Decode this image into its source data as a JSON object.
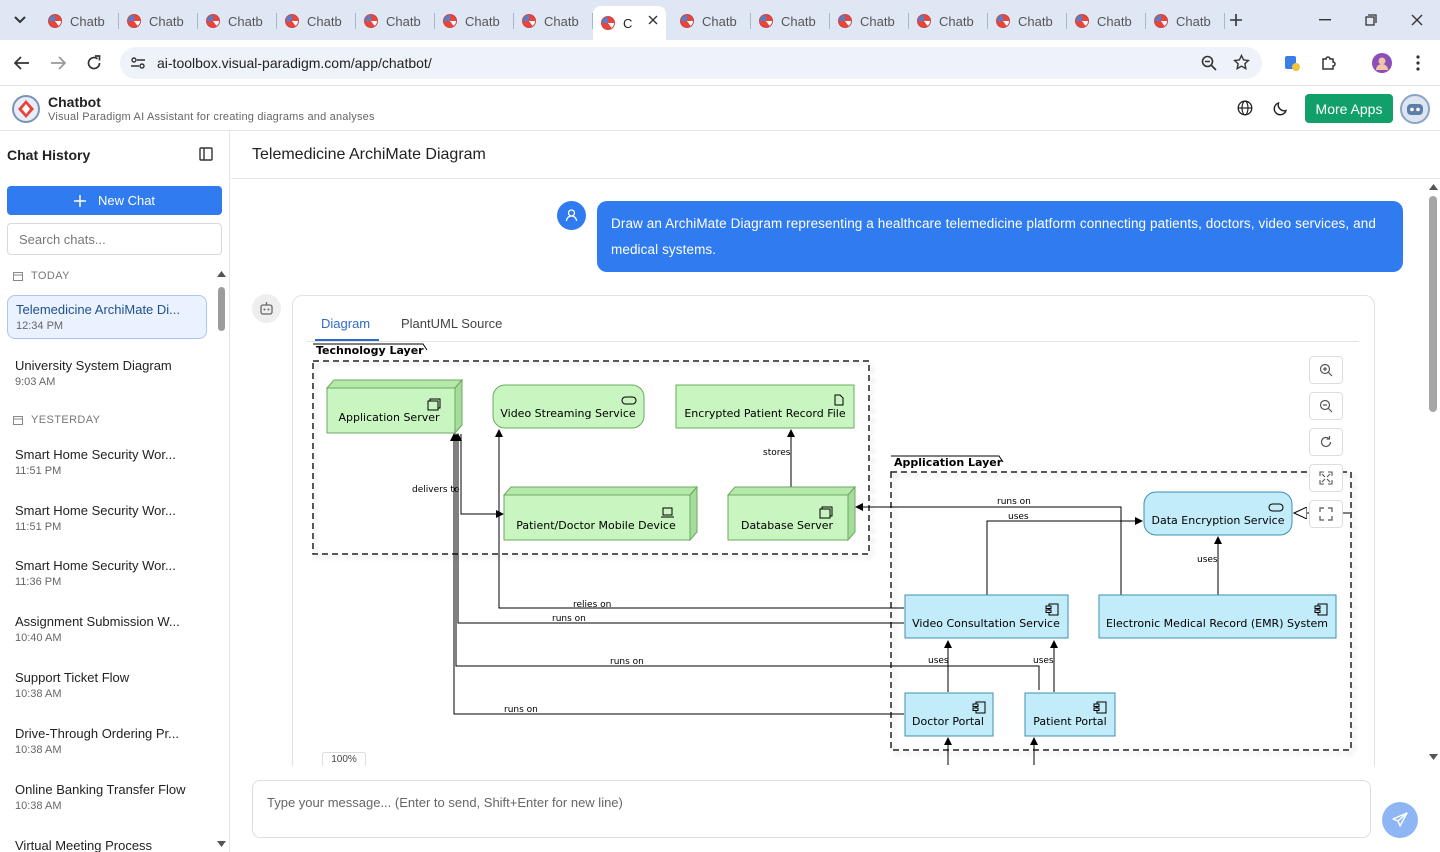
{
  "browser": {
    "tabs": [
      "Chatb",
      "Chatb",
      "Chatb",
      "Chatb",
      "Chatb",
      "Chatb",
      "Chatb",
      "C",
      "Chatb",
      "Chatb",
      "Chatb",
      "Chatb",
      "Chatb",
      "Chatb",
      "Chatb"
    ],
    "active_tab_index": 7,
    "url": "ai-toolbox.visual-paradigm.com/app/chatbot/"
  },
  "app": {
    "title": "Chatbot",
    "subtitle": "Visual Paradigm AI Assistant for creating diagrams and analyses",
    "more_apps": "More Apps"
  },
  "sidebar": {
    "title": "Chat History",
    "new_chat": "New Chat",
    "search_placeholder": "Search chats...",
    "groups": [
      {
        "label": "TODAY",
        "items": [
          {
            "title": "Telemedicine ArchiMate Di...",
            "time": "12:34 PM",
            "selected": true
          },
          {
            "title": "University System Diagram",
            "time": "9:03 AM"
          }
        ]
      },
      {
        "label": "YESTERDAY",
        "items": [
          {
            "title": "Smart Home Security Wor...",
            "time": "11:51 PM"
          },
          {
            "title": "Smart Home Security Wor...",
            "time": "11:51 PM"
          },
          {
            "title": "Smart Home Security Wor...",
            "time": "11:36 PM"
          },
          {
            "title": "Assignment Submission W...",
            "time": "10:40 AM"
          },
          {
            "title": "Support Ticket Flow",
            "time": "10:38 AM"
          },
          {
            "title": "Drive-Through Ordering Pr...",
            "time": "10:38 AM"
          },
          {
            "title": "Online Banking Transfer Flow",
            "time": "10:38 AM"
          },
          {
            "title": "Virtual Meeting Process",
            "time": ""
          }
        ]
      }
    ]
  },
  "main": {
    "title": "Telemedicine ArchiMate Diagram",
    "user_message": "Draw an ArchiMate Diagram representing a healthcare telemedicine platform connecting patients, doctors, video services, and medical systems.",
    "tabs": [
      "Diagram",
      "PlantUML Source"
    ],
    "zoom_level": "100%",
    "input_placeholder": "Type your message... (Enter to send, Shift+Enter for new line)"
  },
  "diagram": {
    "groups": {
      "technology": "Technology Layer",
      "application": "Application Layer"
    },
    "nodes": {
      "app_server": "Application Server",
      "video_streaming": "Video Streaming Service",
      "record_file": "Encrypted Patient Record File",
      "mobile_device": "Patient/Doctor Mobile Device",
      "db_server": "Database Server",
      "data_encryption": "Data Encryption Service",
      "video_consult": "Video Consultation Service",
      "emr": "Electronic Medical Record (EMR) System",
      "doctor_portal": "Doctor Portal",
      "patient_portal": "Patient Portal"
    },
    "edge_labels": {
      "delivers_to": "delivers to",
      "stores": "stores",
      "runs_on": "runs on",
      "uses": "uses",
      "relies_on": "relies on"
    },
    "colors": {
      "technology": "#c9f5c0",
      "application": "#c3ecfb",
      "tech_border": "#6bab5e",
      "app_border": "#3d8fb6"
    }
  },
  "colors": {
    "accent": "#2f7bef",
    "more_apps": "#12a06a"
  }
}
